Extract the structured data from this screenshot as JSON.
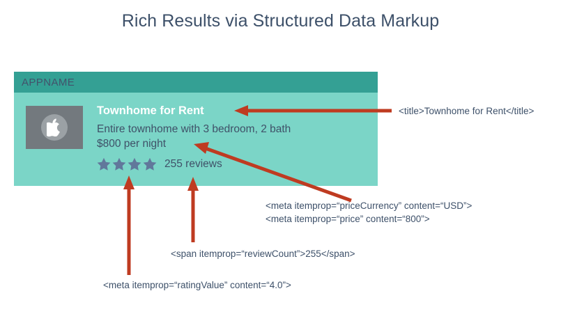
{
  "page": {
    "title": "Rich Results via Structured Data Markup",
    "background_color": "#ffffff",
    "text_color": "#3d5069"
  },
  "card": {
    "header": {
      "app_name": "APPNAME",
      "background_color": "#34a094",
      "text_color": "#42526b"
    },
    "body_background_color": "#7bd5c7",
    "thumbnail": {
      "icon": "apple-logo-icon",
      "rect_color": "#73797e",
      "circle_color": "#9ba1a5",
      "glyph_color": "#ffffff"
    },
    "listing": {
      "title": "Townhome for Rent",
      "title_color": "#ffffff",
      "description_lines": [
        "Entire townhome with 3 bedroom, 2 bath",
        "$800 per night"
      ],
      "description_color": "#3f5168",
      "rating": {
        "stars_filled": 4,
        "stars_total": 4,
        "star_color": "#61789b",
        "review_count_label": "255 reviews"
      }
    }
  },
  "annotations": {
    "accent_color": "#bf3b21",
    "items": [
      {
        "id": "title-annotation",
        "text": "<title>Townhome for Rent</title>"
      },
      {
        "id": "price-annotation",
        "line1": "<meta itemprop=“priceCurrency” content=“USD”>",
        "line2": "<meta itemprop=“price” content=“800”>"
      },
      {
        "id": "review-count-annotation",
        "text": "<span itemprop=“reviewCount”>255</span>"
      },
      {
        "id": "rating-value-annotation",
        "text": "<meta itemprop=“ratingValue” content=“4.0”>"
      }
    ]
  }
}
